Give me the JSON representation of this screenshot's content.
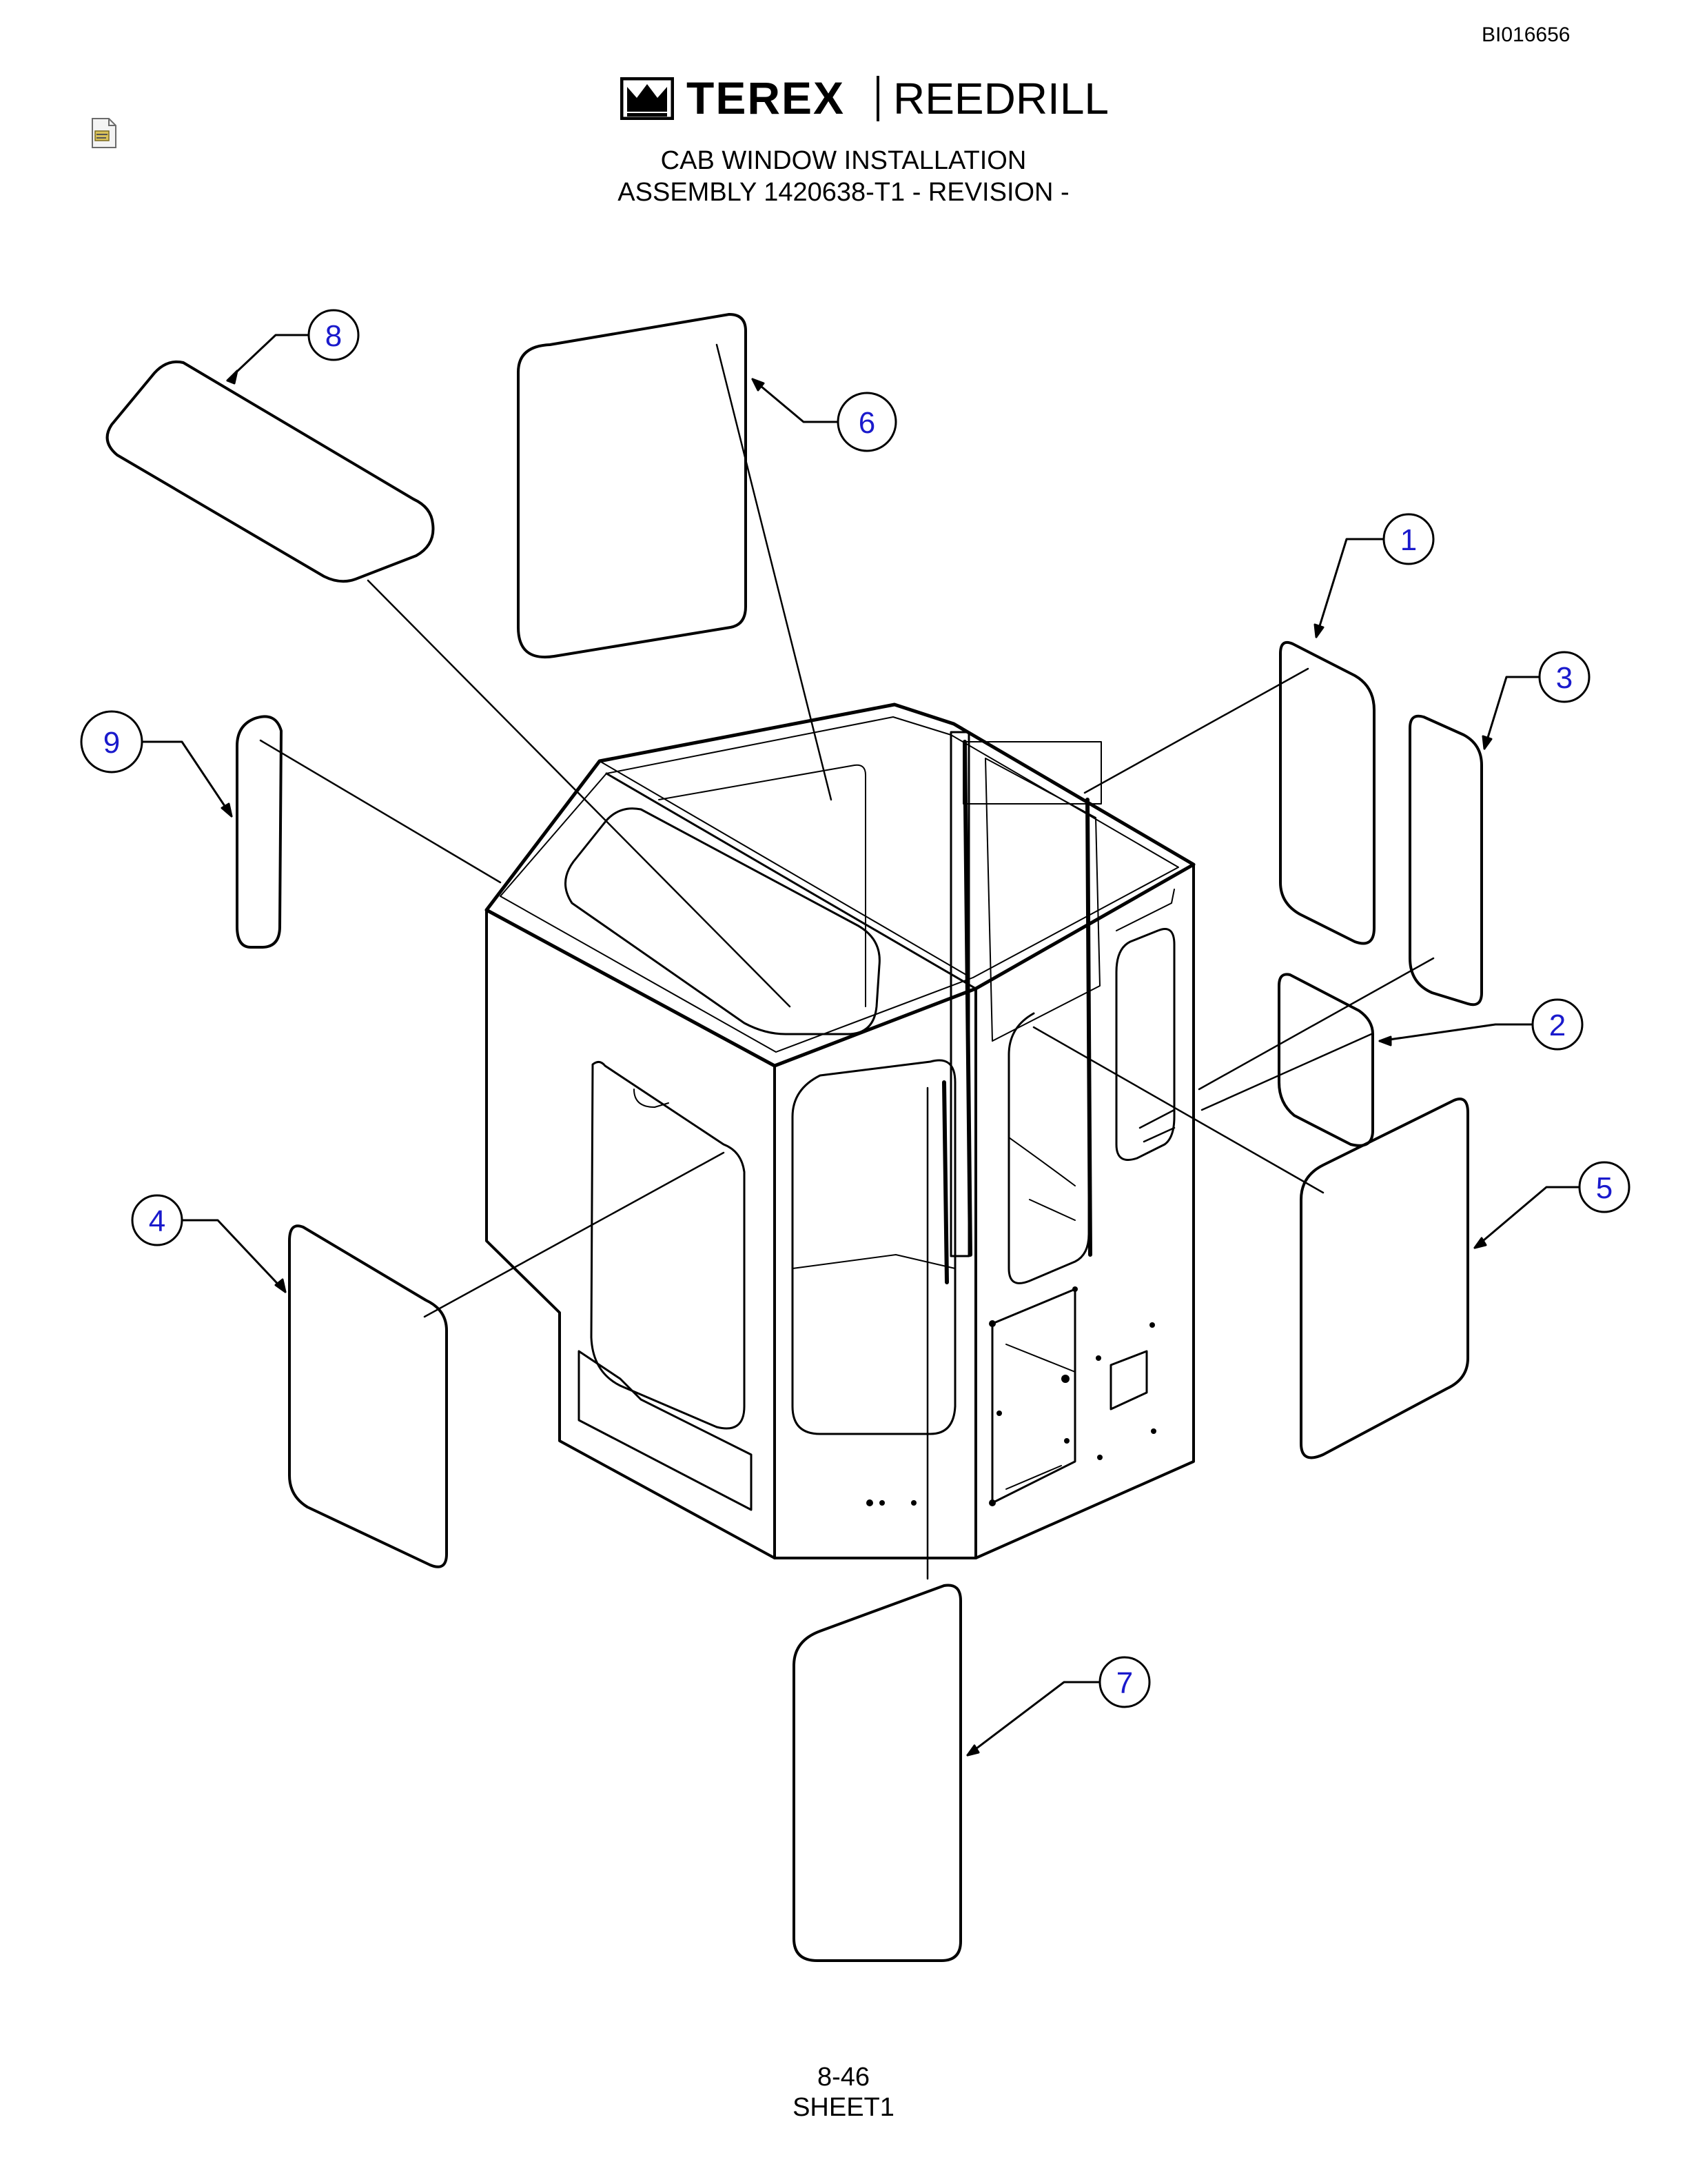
{
  "header": {
    "doc_number": "BI016656",
    "brand": "TEREX",
    "brand_sub": "REEDRILL",
    "title_line1": "CAB WINDOW INSTALLATION",
    "title_line2": "ASSEMBLY 1420638-T1 - REVISION -"
  },
  "callouts": [
    "1",
    "2",
    "3",
    "4",
    "5",
    "6",
    "7",
    "8",
    "9"
  ],
  "footer": {
    "page": "8-46",
    "sheet": "SHEET1"
  },
  "icons": {
    "file": "file-icon",
    "logo": "terex-crown-logo"
  }
}
